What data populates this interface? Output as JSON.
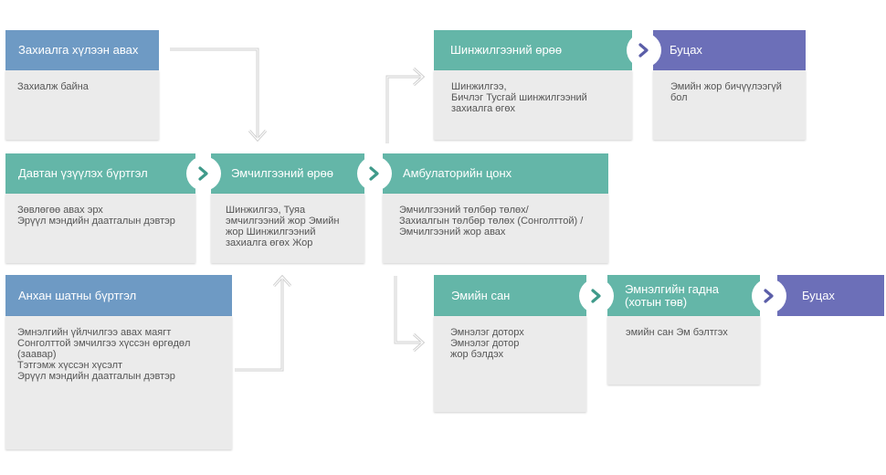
{
  "nodes": {
    "order_wait": {
      "title": "Захиалга хүлээн авах",
      "lines": [
        "Захиалж байна"
      ]
    },
    "repeat_reg": {
      "title": "Давтан үзүүлэх бүртгэл",
      "lines": [
        "Зөвлөгөө авах эрх",
        "Эрүүл мэндийн даатгалын дэвтэр"
      ]
    },
    "treatment_room": {
      "title": "Эмчилгээний өрөө",
      "lines": [
        "Шинжилгээ, Туяа",
        "эмчилгээний жор Эмийн",
        "жор Шинжилгээний",
        "захиалга өгөх Жор"
      ]
    },
    "primary_reg": {
      "title": "Анхан шатны бүртгэл",
      "lines": [
        "Эмнэлгийн үйлчилгээ авах маягт",
        "Сонголттой эмчилгээ хүссэн өргөдөл",
        "(заавар)",
        "Тэтгэмж хүссэн хүсэлт",
        "Эрүүл мэндийн даатгалын дэвтэр"
      ]
    },
    "ambulatory": {
      "title": "Амбулаторийн цонх",
      "lines": [
        "Эмчилгээний төлбөр төлөх/",
        "Захиалгын төлбөр төлөх (Сонголттой) /",
        "Эмчилгээний жор авах"
      ]
    },
    "lab_room": {
      "title": "Шинжилгээний өрөө",
      "lines": [
        "Шинжилгээ,",
        "Бичлэг Тусгай шинжилгээний",
        "захиалга өгөх"
      ]
    },
    "return_top": {
      "title": "Буцах",
      "lines": [
        "Эмийн жор бичүүлээгүй",
        "бол"
      ]
    },
    "pharmacy": {
      "title": "Эмийн сан",
      "lines": [
        "Эмнэлэг доторх",
        "Эмнэлэг дотор",
        "жор бэлдэх"
      ]
    },
    "outside": {
      "title_lines": [
        "Эмнэлгийн гадна",
        "(хотын төв)"
      ],
      "lines": [
        "эмийн сан Эм бэлтгэх"
      ]
    },
    "return_bottom": {
      "title": "Буцах"
    }
  },
  "colors": {
    "blue": "#6e9ac4",
    "teal": "#64b6a8",
    "purple": "#6c6fb8",
    "teal_chevron": "#3f9a8a",
    "purple_chevron": "#5b5ea8",
    "arrow": "#c9c9c9"
  },
  "icons": {
    "chevron": "chevron-right-icon",
    "flow_arrow": "arrow-icon"
  }
}
